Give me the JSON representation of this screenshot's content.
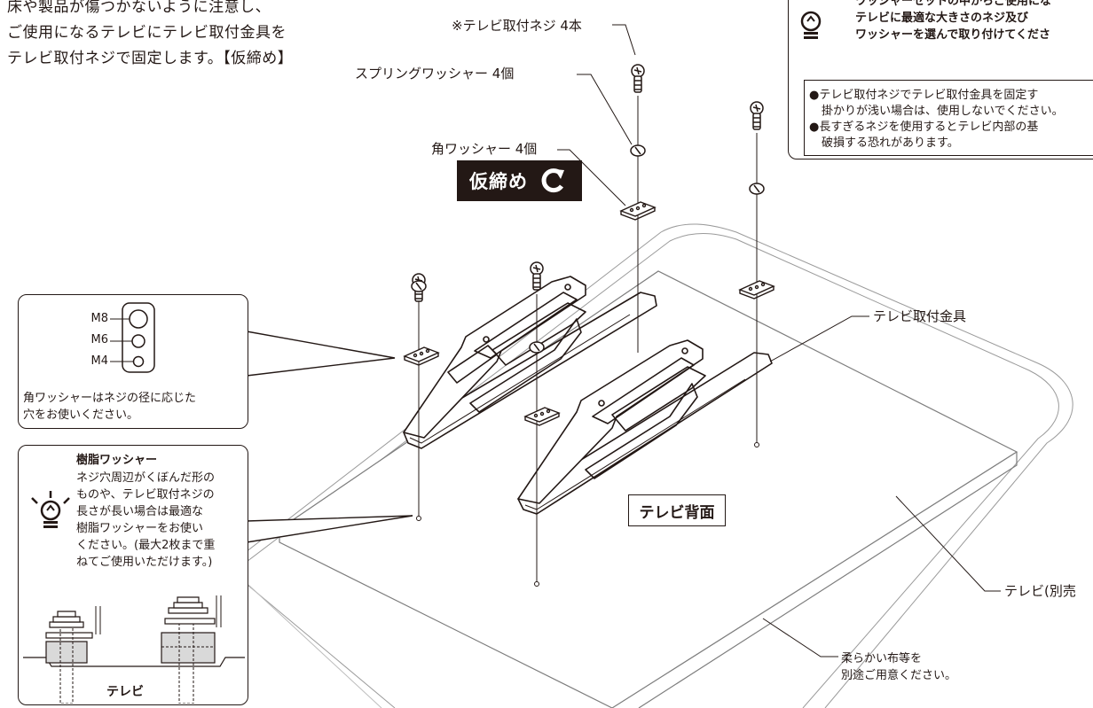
{
  "intro": [
    "床や製品が傷つかないように注意し、",
    "ご使用になるテレビにテレビ取付金具を",
    "テレビ取付ネジで固定します。【仮締め】"
  ],
  "labels": {
    "screws": "※テレビ取付ネジ 4本",
    "spring_washer": "スプリングワッシャー 4個",
    "square_washer": "角ワッシャー 4個",
    "bracket": "テレビ取付金具",
    "tv": "テレビ(別売",
    "cloth_line1": "柔らかい布等を",
    "cloth_line2": "別途ご用意ください。"
  },
  "badge": {
    "text": "仮締め"
  },
  "tv_back": "テレビ背面",
  "top_right": {
    "lines": [
      "ワッシャーセットの中からご使用にな",
      "テレビに最適な大きさのネジ及び",
      "ワッシャーを選んで取り付けてくださ"
    ],
    "notes": [
      "●テレビ取付ネジでテレビ取付金具を固定す",
      "掛かりが浅い場合は、使用しないでください。",
      "●長すぎるネジを使用するとテレビ内部の基",
      "破損する恐れがあります。"
    ]
  },
  "hole_box": {
    "sizes": [
      "M8",
      "M6",
      "M4"
    ],
    "caption": [
      "角ワッシャーはネジの径に応じた",
      "穴をお使いください。"
    ]
  },
  "resin": {
    "title": "樹脂ワッシャー",
    "lines": [
      "ネジ穴周辺がくぼんだ形の",
      "ものや、テレビ取付ネジの",
      "長さが長い場合は最適な",
      "樹脂ワッシャーをお使い",
      "ください。(最大2枚まで重",
      "ねてご使用いただけます。)"
    ],
    "tv_label": "テレビ"
  },
  "colors": {
    "ink": "#231815",
    "panel_line": "#9a9a9a"
  }
}
